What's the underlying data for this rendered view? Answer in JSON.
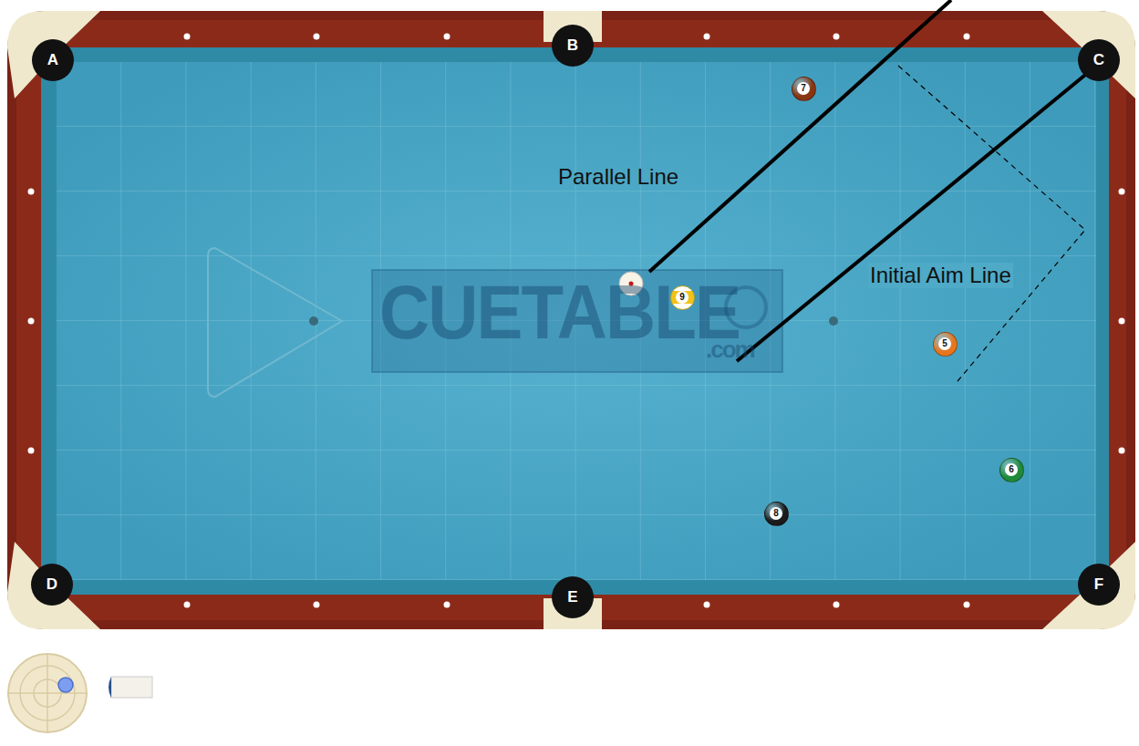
{
  "diagram": {
    "nodes": [
      {
        "text": [
          "A"
        ]
      },
      {
        "text": [
          "B"
        ]
      },
      {
        "text": [
          "C"
        ]
      },
      {
        "text": [
          "D"
        ]
      },
      {
        "text": [
          "E"
        ]
      },
      {
        "text": [
          "F"
        ]
      },
      {
        "text": [
          "7"
        ]
      },
      {
        "text": [
          "9"
        ]
      },
      {
        "text": [
          "5"
        ]
      },
      {
        "text": [
          "6"
        ]
      },
      {
        "text": [
          "8"
        ]
      }
    ],
    "labels": [
      "Parallel Line",
      "Initial Aim Line",
      "CUETABLE",
      ".com"
    ]
  }
}
